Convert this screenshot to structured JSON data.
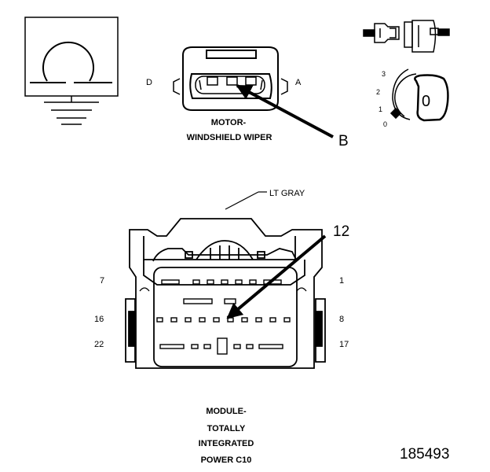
{
  "wiper_connector": {
    "left_label": "D",
    "right_label": "A",
    "callout": "B",
    "name_line1": "MOTOR-",
    "name_line2": "WINDSHIELD WIPER"
  },
  "key_diagram": {
    "positions": [
      "3",
      "2",
      "1",
      "0"
    ],
    "key_letter": "0"
  },
  "module_connector": {
    "color_label": "LT GRAY",
    "callout": "12",
    "pin_top_left": "7",
    "pin_top_right": "1",
    "pin_mid_left": "16",
    "pin_mid_right": "8",
    "pin_bottom_left": "22",
    "pin_bottom_right": "17",
    "name_line1": "MODULE-",
    "name_line2": "TOTALLY",
    "name_line3": "INTEGRATED",
    "name_line4": "POWER C10"
  },
  "figure_number": "185493",
  "colors": {
    "ink": "#000000",
    "paper": "#ffffff"
  }
}
